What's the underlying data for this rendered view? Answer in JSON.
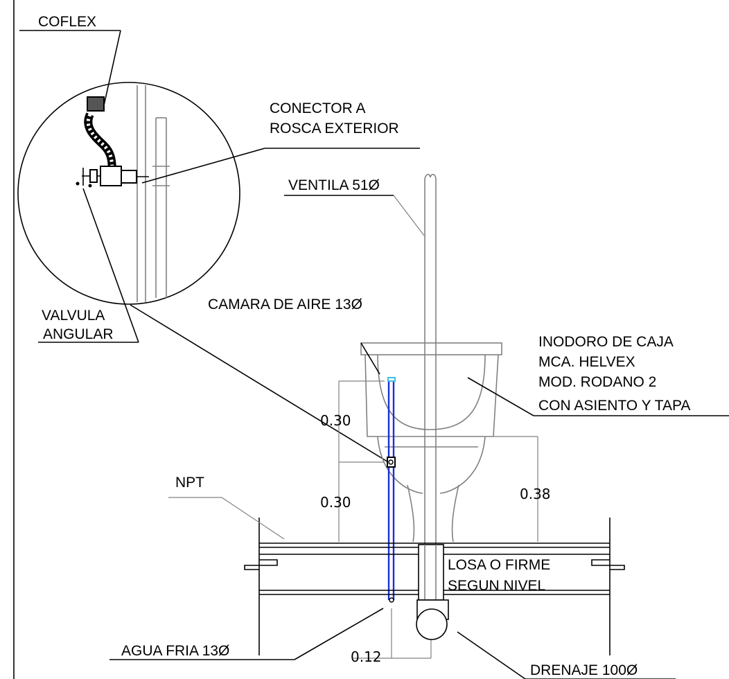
{
  "labels": {
    "coflex": "COFLEX",
    "conector_line1": "CONECTOR A",
    "conector_line2": "ROSCA EXTERIOR",
    "ventila": "VENTILA 51Ø",
    "valvula_line1": "VALVULA",
    "valvula_line2": "ANGULAR",
    "camara": "CAMARA DE AIRE 13Ø",
    "inodoro_line1": "INODORO DE CAJA",
    "inodoro_line2": "MCA. HELVEX",
    "inodoro_line3": "MOD. RODANO 2",
    "inodoro_line4": "CON ASIENTO Y TAPA",
    "npt": "NPT",
    "losa_line1": "LOSA O FIRME",
    "losa_line2": "SEGUN NIVEL",
    "agua_fria": "AGUA FRIA 13Ø",
    "drenaje": "DRENAJE 100Ø"
  },
  "dimensions": {
    "upper_left": "0.30",
    "lower_left": "0.30",
    "right": "0.38",
    "bottom": "0.12"
  },
  "colors": {
    "line": "#000000",
    "fixture": "#808080",
    "water_pipe": "#1a2fd6",
    "air_chamber_cap": "#40c0e0"
  }
}
